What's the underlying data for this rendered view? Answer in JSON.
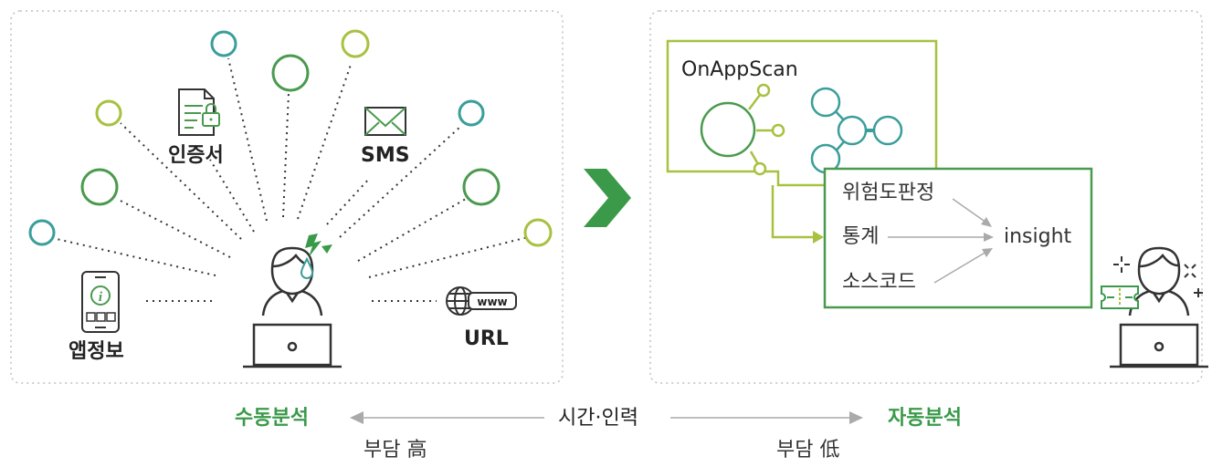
{
  "manual": {
    "labels": {
      "certificate": "인증서",
      "sms": "SMS",
      "app_info": "앱정보",
      "url": "URL",
      "www": "www"
    }
  },
  "auto": {
    "tool_name": "OnAppScan",
    "results": {
      "risk": "위험도판정",
      "stats": "통계",
      "source": "소스코드",
      "insight": "insight"
    }
  },
  "bottom": {
    "manual_title": "수동분석",
    "auto_title": "자동분석",
    "middle_label": "시간·인력",
    "manual_burden": "부담 高",
    "auto_burden": "부담 低"
  },
  "colors": {
    "teal": "#3a9e9a",
    "lime": "#a7c140",
    "green": "#4a9a4e",
    "accent_green": "#3a9a4a",
    "chevron": "#3a9a4a",
    "dark": "#222222"
  }
}
